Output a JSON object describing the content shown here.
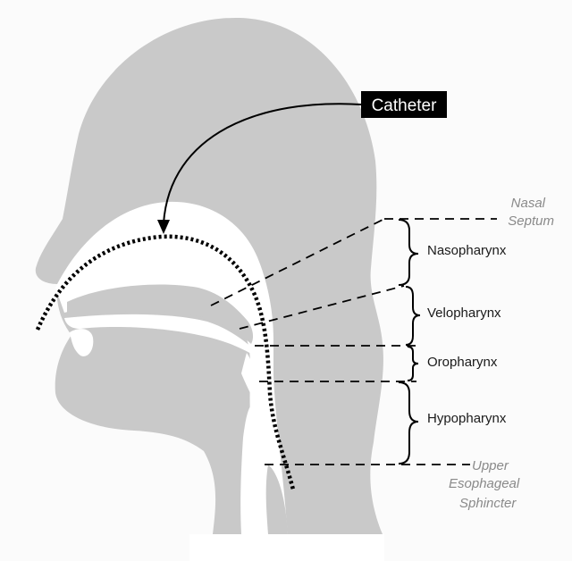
{
  "colors": {
    "tissue": "#c9c9c9",
    "airway": "#ffffff",
    "background": "#fbfbfb",
    "line": "#000000",
    "grey_label": "#8a8a8a"
  },
  "catheter": {
    "label": "Catheter"
  },
  "regions": [
    {
      "key": "nasopharynx",
      "label": "Nasopharynx"
    },
    {
      "key": "velopharynx",
      "label": "Velopharynx"
    },
    {
      "key": "oropharynx",
      "label": "Oropharynx"
    },
    {
      "key": "hypopharynx",
      "label": "Hypopharynx"
    }
  ],
  "landmarks": {
    "nasal_septum": {
      "line1": "Nasal",
      "line2": "Septum"
    },
    "ues": {
      "line1": "Upper",
      "line2": "Esophageal",
      "line3": "Sphincter"
    }
  }
}
